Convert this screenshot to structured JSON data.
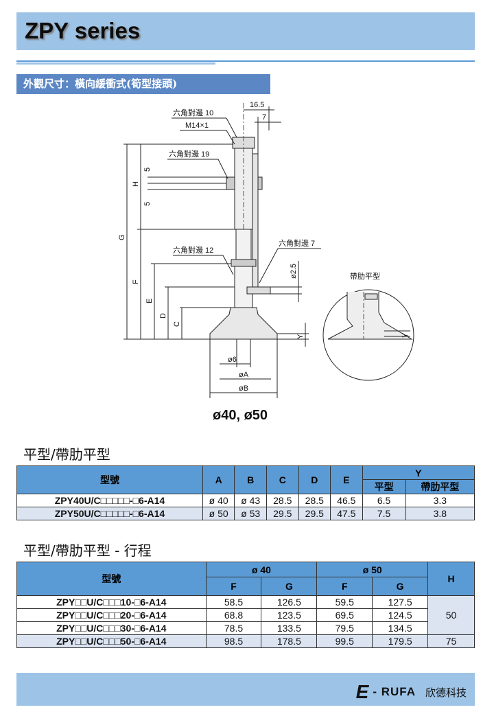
{
  "header": {
    "title": "ZPY series"
  },
  "section_label": "外觀尺寸：橫向緩衝式(筍型接頭)",
  "drawing": {
    "labels": {
      "hex10": "六角對邊 10",
      "thread": "M14×1",
      "hex19": "六角對邊 19",
      "hex12": "六角對邊 12",
      "hex7": "六角對邊 7",
      "dim165": "16.5",
      "dim7": "7",
      "dim5a": "5",
      "dim5b": "5",
      "H": "H",
      "G": "G",
      "F": "F",
      "E": "E",
      "D": "D",
      "C": "C",
      "Y": "Y",
      "phi25": "ø2.5",
      "phi6": "ø6",
      "phiA": "øA",
      "phiB": "øB",
      "rib_type": "帶肋平型",
      "Y2": "Y"
    },
    "size_label": "ø40, ø50"
  },
  "table1": {
    "title": "平型/帶肋平型",
    "headers": {
      "model": "型號",
      "A": "A",
      "B": "B",
      "C": "C",
      "D": "D",
      "E": "E",
      "Y": "Y",
      "Y_flat": "平型",
      "Y_rib": "帶肋平型"
    },
    "rows": [
      {
        "model": "ZPY40U/C□□□□□-□6-A14",
        "A": "ø 40",
        "B": "ø 43",
        "C": "28.5",
        "D": "28.5",
        "E": "46.5",
        "Yf": "6.5",
        "Yr": "3.3"
      },
      {
        "model": "ZPY50U/C□□□□□-□6-A14",
        "A": "ø 50",
        "B": "ø 53",
        "C": "29.5",
        "D": "29.5",
        "E": "47.5",
        "Yf": "7.5",
        "Yr": "3.8"
      }
    ]
  },
  "table2": {
    "title": "平型/帶肋平型 - 行程",
    "headers": {
      "model": "型號",
      "g40": "ø 40",
      "g50": "ø 50",
      "F": "F",
      "G": "G",
      "H": "H"
    },
    "rows": [
      {
        "model": "ZPY□□U/C□□□10-□6-A14",
        "F40": "58.5",
        "G40": "126.5",
        "F50": "59.5",
        "G50": "127.5"
      },
      {
        "model": "ZPY□□U/C□□□20-□6-A14",
        "F40": "68.8",
        "G40": "123.5",
        "F50": "69.5",
        "G50": "124.5"
      },
      {
        "model": "ZPY□□U/C□□□30-□6-A14",
        "F40": "78.5",
        "G40": "133.5",
        "F50": "79.5",
        "G50": "134.5"
      },
      {
        "model": "ZPY□□U/C□□□50-□6-A14",
        "F40": "98.5",
        "G40": "178.5",
        "F50": "99.5",
        "G50": "179.5"
      }
    ],
    "H_values": [
      "50",
      "75"
    ]
  },
  "footer": {
    "logo_e": "E",
    "logo_rufa": "- RUFA",
    "company": "欣德科技"
  }
}
